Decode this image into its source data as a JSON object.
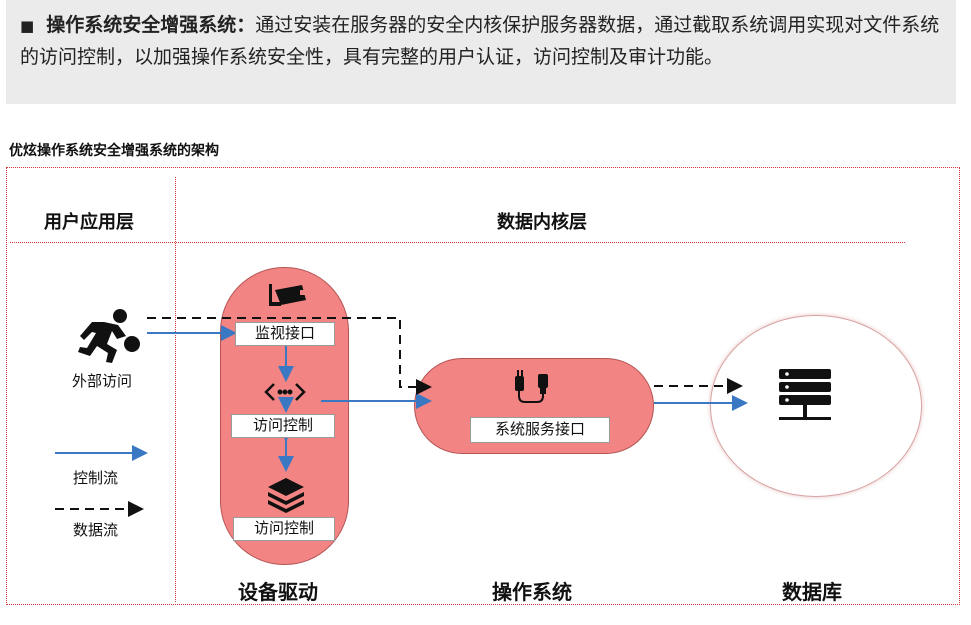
{
  "intro": {
    "bullet": "■",
    "lead": "操作系统安全增强系统：",
    "text": "通过安装在服务器的安全内核保护服务器数据，通过截取系统调用实现对文件系统的访问控制，以加强操作系统安全性，具有完整的用户认证，访问控制及审计功能。"
  },
  "caption": "优炫操作系统安全增强系统的架构",
  "headers": {
    "user_layer": "用户应用层",
    "kernel_layer": "数据内核层"
  },
  "actor_label": "外部访问",
  "legend": {
    "control_flow": "控制流",
    "data_flow": "数据流"
  },
  "nodes": {
    "monitor": "监视接口",
    "access_control_1": "访问控制",
    "access_control_2": "访问控制",
    "syscall": "系统服务接口"
  },
  "zones": {
    "driver": "设备驱动",
    "os": "操作系统",
    "db": "数据库"
  },
  "colors": {
    "pill": "#f28483",
    "border": "#d23b3b",
    "control_arrow": "#3b78c4",
    "data_arrow": "#111111"
  },
  "icons": [
    "running-person-icon",
    "surveillance-camera-icon",
    "code-brackets-icon",
    "layers-icon",
    "usb-plug-icon",
    "server-icon"
  ]
}
